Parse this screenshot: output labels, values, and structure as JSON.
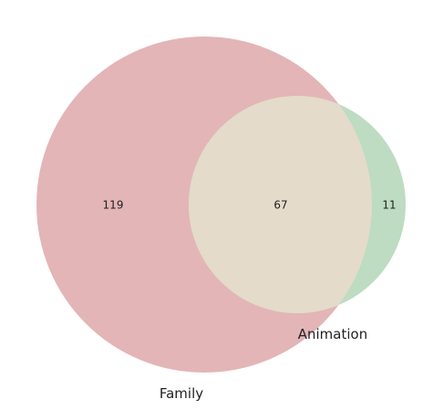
{
  "venn": {
    "sets": [
      {
        "name": "Family",
        "color": "#e3b5b7"
      },
      {
        "name": "Animation",
        "color": "#bddcc2"
      }
    ],
    "intersection_color": "#e4dbca",
    "regions": {
      "family_only": "119",
      "both": "67",
      "animation_only": "11"
    }
  }
}
